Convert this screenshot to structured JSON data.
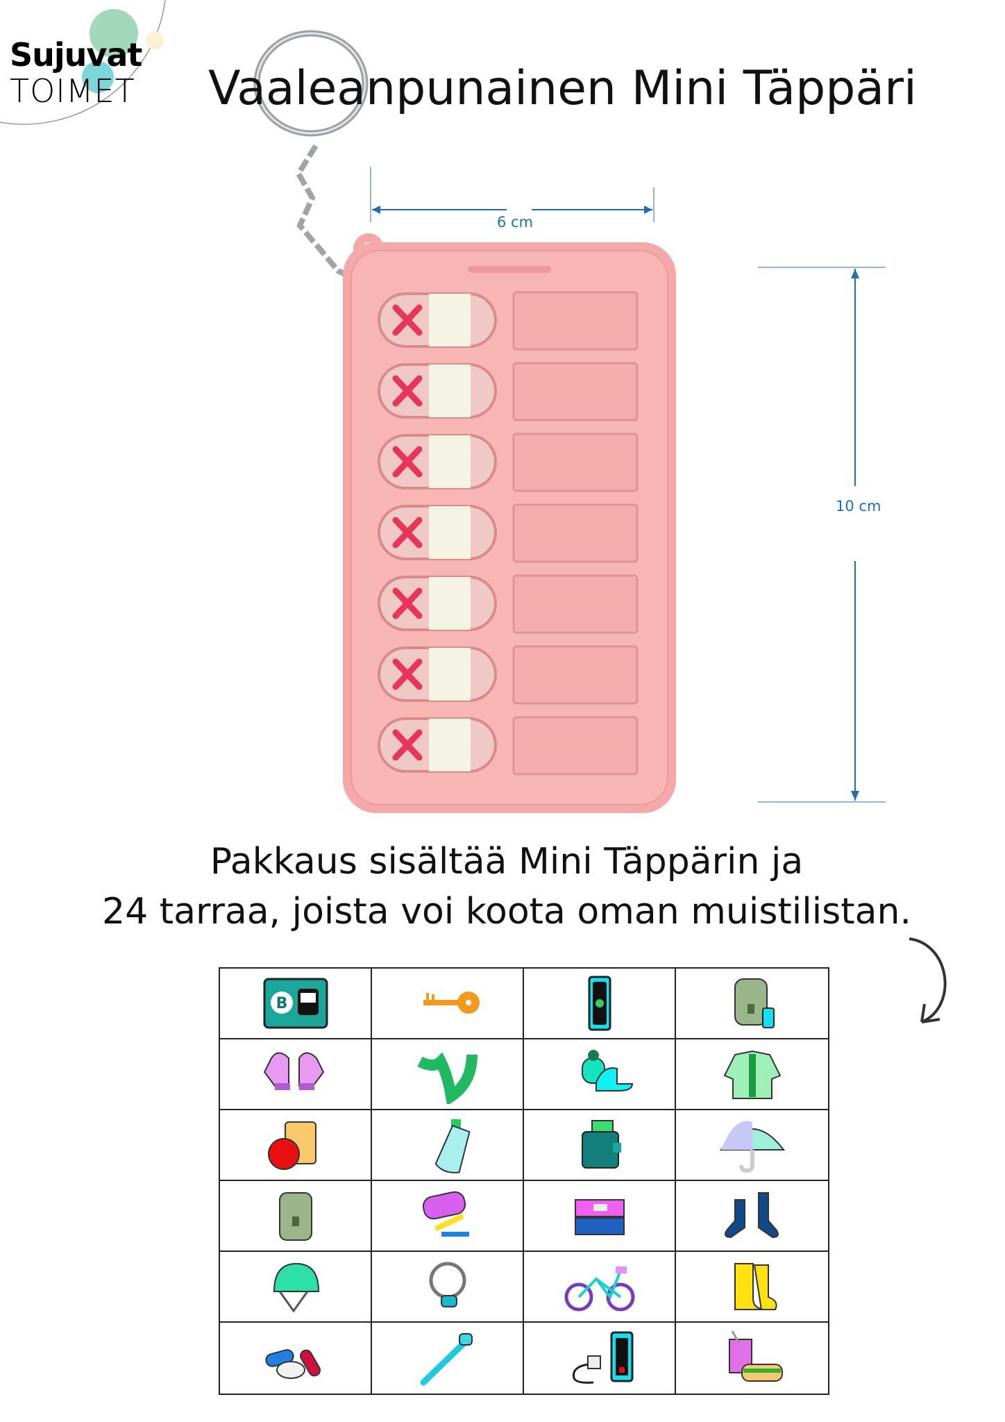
{
  "logo": {
    "line1": "Sujuvat",
    "line2": "TOIMET",
    "colors": {
      "green": "#a3d9bb",
      "teal": "#7dd6da",
      "cream": "#fdf0d2"
    }
  },
  "title": "Vaaleanpunainen Mini Täppäri",
  "product": {
    "color": "#f4a9a8",
    "slot_count": 7,
    "mark_color": "#e8365a"
  },
  "dimensions": {
    "width_label": "6 cm",
    "height_label": "10 cm",
    "line_color": "#1f6fb2"
  },
  "description": {
    "line1": "Pakkaus sisältää Mini Täppärin ja",
    "line2": "24 tarraa, joista voi koota oman muistilistan."
  },
  "stickers": [
    "bus-card-icon",
    "key-icon",
    "phone-icon",
    "backpack-with-phone-icon",
    "mittens-icon",
    "scarf-icon",
    "hats-icon",
    "jacket-icon",
    "lunch-apple-icon",
    "water-bottle-icon",
    "wallet-icon",
    "umbrella-icon",
    "school-bag-icon",
    "pencil-case-icon",
    "books-icon",
    "socks-icon",
    "helmet-icon",
    "bike-lock-icon",
    "bicycle-icon",
    "rain-boots-icon",
    "medicine-icon",
    "toothbrush-icon",
    "charger-icon",
    "snack-icon"
  ]
}
